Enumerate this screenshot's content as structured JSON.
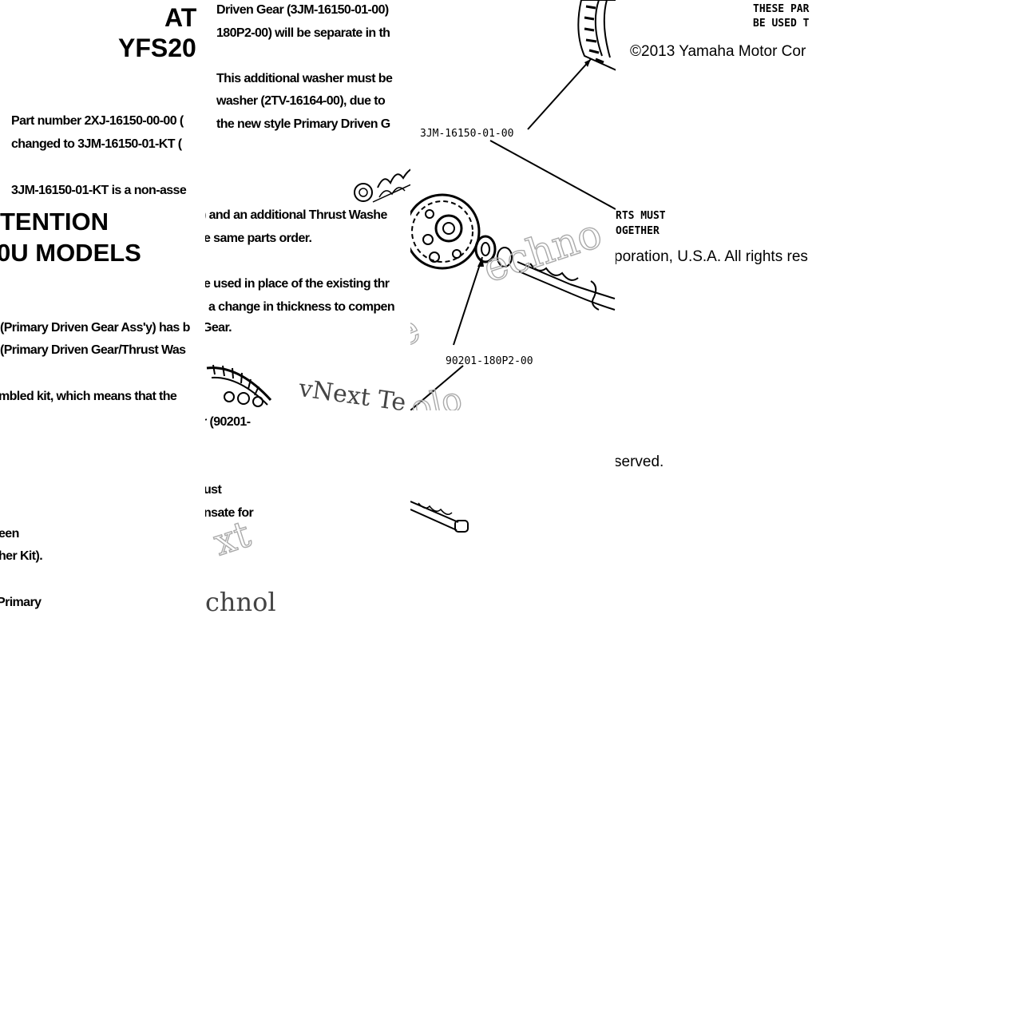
{
  "header": {
    "title_fragment": "AT",
    "model_fragment": "YFS20",
    "attention_fragment": "TENTION",
    "models_fragment": "0U MODELS"
  },
  "left_column": {
    "lines": [
      "Part number 2XJ-16150-00-00 (",
      "changed to 3JM-16150-01-KT (",
      "3JM-16150-01-KT is a non-asse",
      "(Primary Driven Gear Ass'y) has b",
      "(Primary Driven Gear/Thrust Was",
      "mbled kit, which means that the",
      "een",
      "her Kit).",
      " Primary"
    ]
  },
  "middle_column": {
    "top_lines": [
      "Driven Gear (3JM-16150-01-00)",
      "180P2-00) will be separate in th",
      "This additional washer must be",
      "washer (2TV-16164-00), due to",
      "the new style Primary Driven G"
    ],
    "lower_lines": [
      ") and an additional Thrust Washe",
      "e same parts order.",
      "e used in place of the existing thr",
      "a change in thickness to compen",
      "Gear.",
      "r (90201-",
      "ust",
      "nsate for"
    ]
  },
  "diagram": {
    "part_labels": [
      "3JM-16150-01-00",
      "90201-180P2-00"
    ],
    "note_top": [
      "THESE PAR",
      "BE USED T"
    ],
    "note_bottom": [
      "RTS MUST",
      "OGETHER"
    ]
  },
  "copyright": {
    "line1": "©2013 Yamaha Motor Cor",
    "line2": "poration, U.S.A. All rights res",
    "line3": "served."
  },
  "watermark": {
    "text_a": "vNext Te",
    "text_b": "xt",
    "text_c": "chnol",
    "text_d": "vNe",
    "text_e": "echno",
    "text_f": "olo"
  }
}
